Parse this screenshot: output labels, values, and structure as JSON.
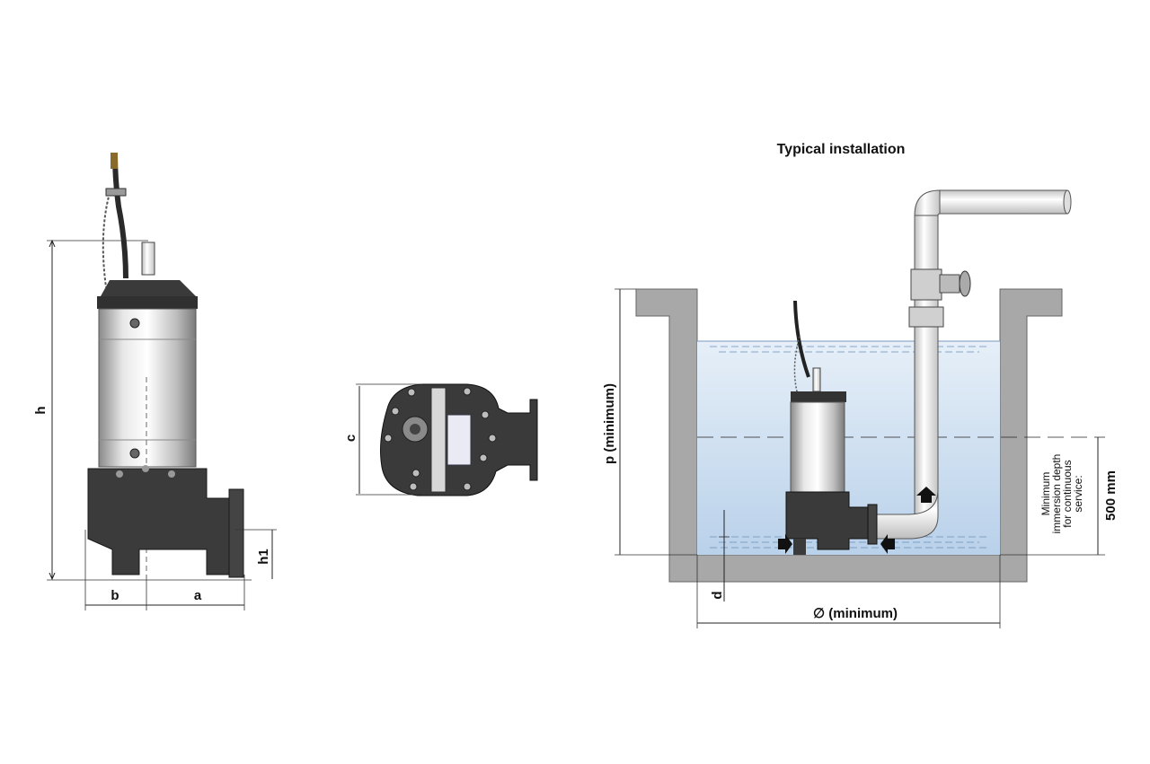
{
  "title": "Typical installation",
  "labels": {
    "h": "h",
    "b": "b",
    "a": "a",
    "h1": "h1",
    "c": "c",
    "p": "p (minimum)",
    "d": "d",
    "diameter": "∅ (minimum)",
    "immersion_line1": "Minimum",
    "immersion_line2": "immersion depth",
    "immersion_line3": "for continuous",
    "immersion_line4": "service:",
    "immersion_value": "500 mm"
  },
  "colors": {
    "water": "#d6e6f5",
    "water_deep": "#bcd4ee",
    "concrete": "#a9a9a9",
    "pump_body": "#3c3c3c",
    "motor_steel": "#cfcfcf",
    "pipe": "#e4e4e4"
  }
}
